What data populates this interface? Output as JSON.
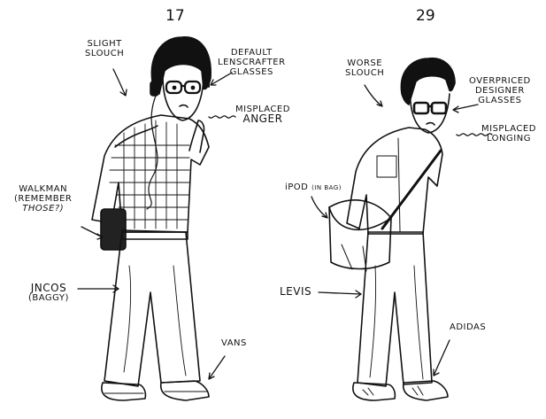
{
  "panels": {
    "left": {
      "age": "17",
      "labels": {
        "slouch": [
          "SLIGHT",
          "SLOUCH"
        ],
        "glasses": [
          "DEFAULT",
          "LENSCRAFTER",
          "GLASSES"
        ],
        "anger": [
          "MISPLACED",
          "ANGER"
        ],
        "walkman": [
          "WALKMAN",
          "(REMEMBER",
          "THOSE?)"
        ],
        "jeans": [
          "JNCOS",
          "(BAGGY)"
        ],
        "shoes": "VANS"
      }
    },
    "right": {
      "age": "29",
      "labels": {
        "slouch": [
          "WORSE",
          "SLOUCH"
        ],
        "glasses": [
          "OVERPRICED",
          "DESIGNER",
          "GLASSES"
        ],
        "longing": [
          "MISPLACED",
          "LONGING"
        ],
        "ipod": "iPOD",
        "ipod_note": "(IN BAG)",
        "jeans": "LEVIS",
        "shoes": "ADIDAS"
      }
    }
  }
}
